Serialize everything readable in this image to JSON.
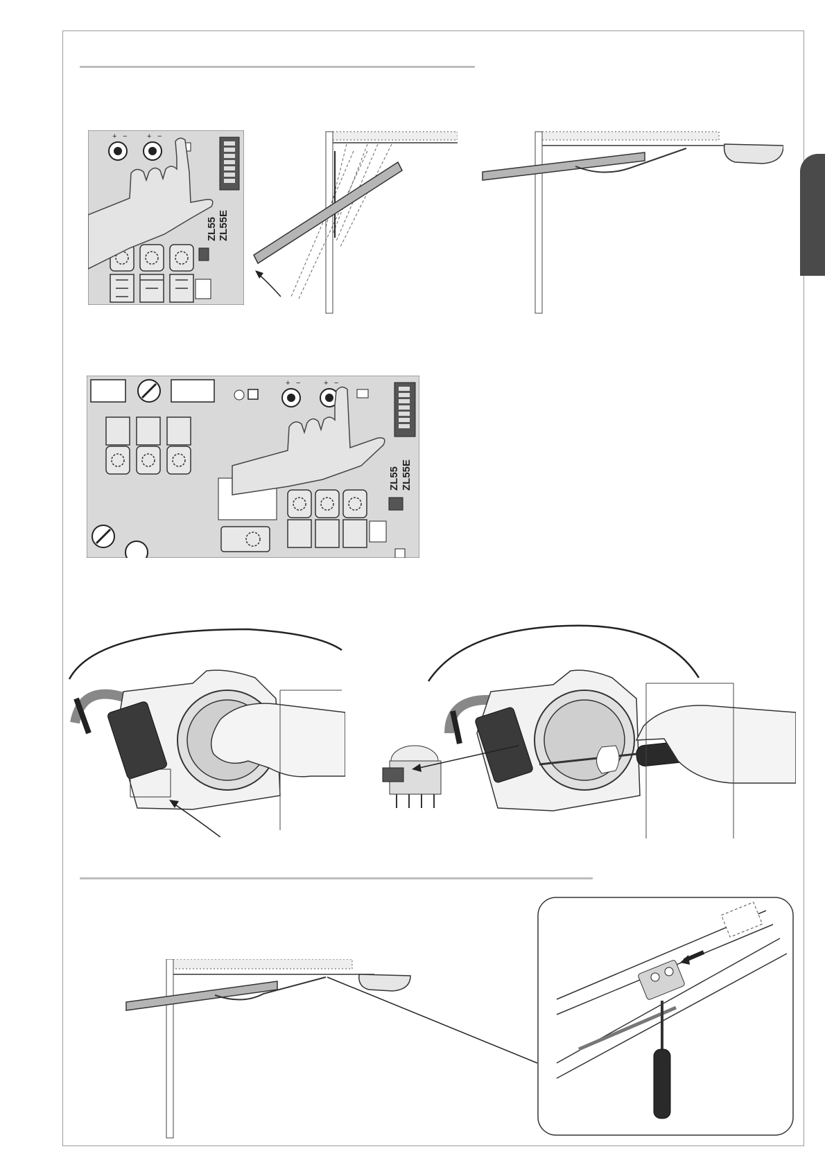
{
  "board_top": {
    "model_label_1": "ZL55",
    "model_label_2": "ZL55E",
    "trimmer_1_plus": "+",
    "trimmer_1_minus": "−",
    "trimmer_2_plus": "+",
    "trimmer_2_minus": "−"
  },
  "board_mid": {
    "model_label_1": "ZL55",
    "model_label_2": "ZL55E",
    "trimmer_1_plus": "+",
    "trimmer_1_minus": "−",
    "trimmer_2_plus": "+",
    "trimmer_2_minus": "−"
  },
  "colors": {
    "frame": "#9a9a9a",
    "rule": "#bdbdbd",
    "tab": "#4a4a4a",
    "board": "#d9d9d9",
    "hand": "#e4e4e4",
    "arm": "#b5b5b5",
    "dark_part": "#3a3a3a"
  },
  "icons": [
    "hand-pointing-icon",
    "screwdriver-icon",
    "arrow-rotate-icon",
    "arrow-slide-icon"
  ]
}
